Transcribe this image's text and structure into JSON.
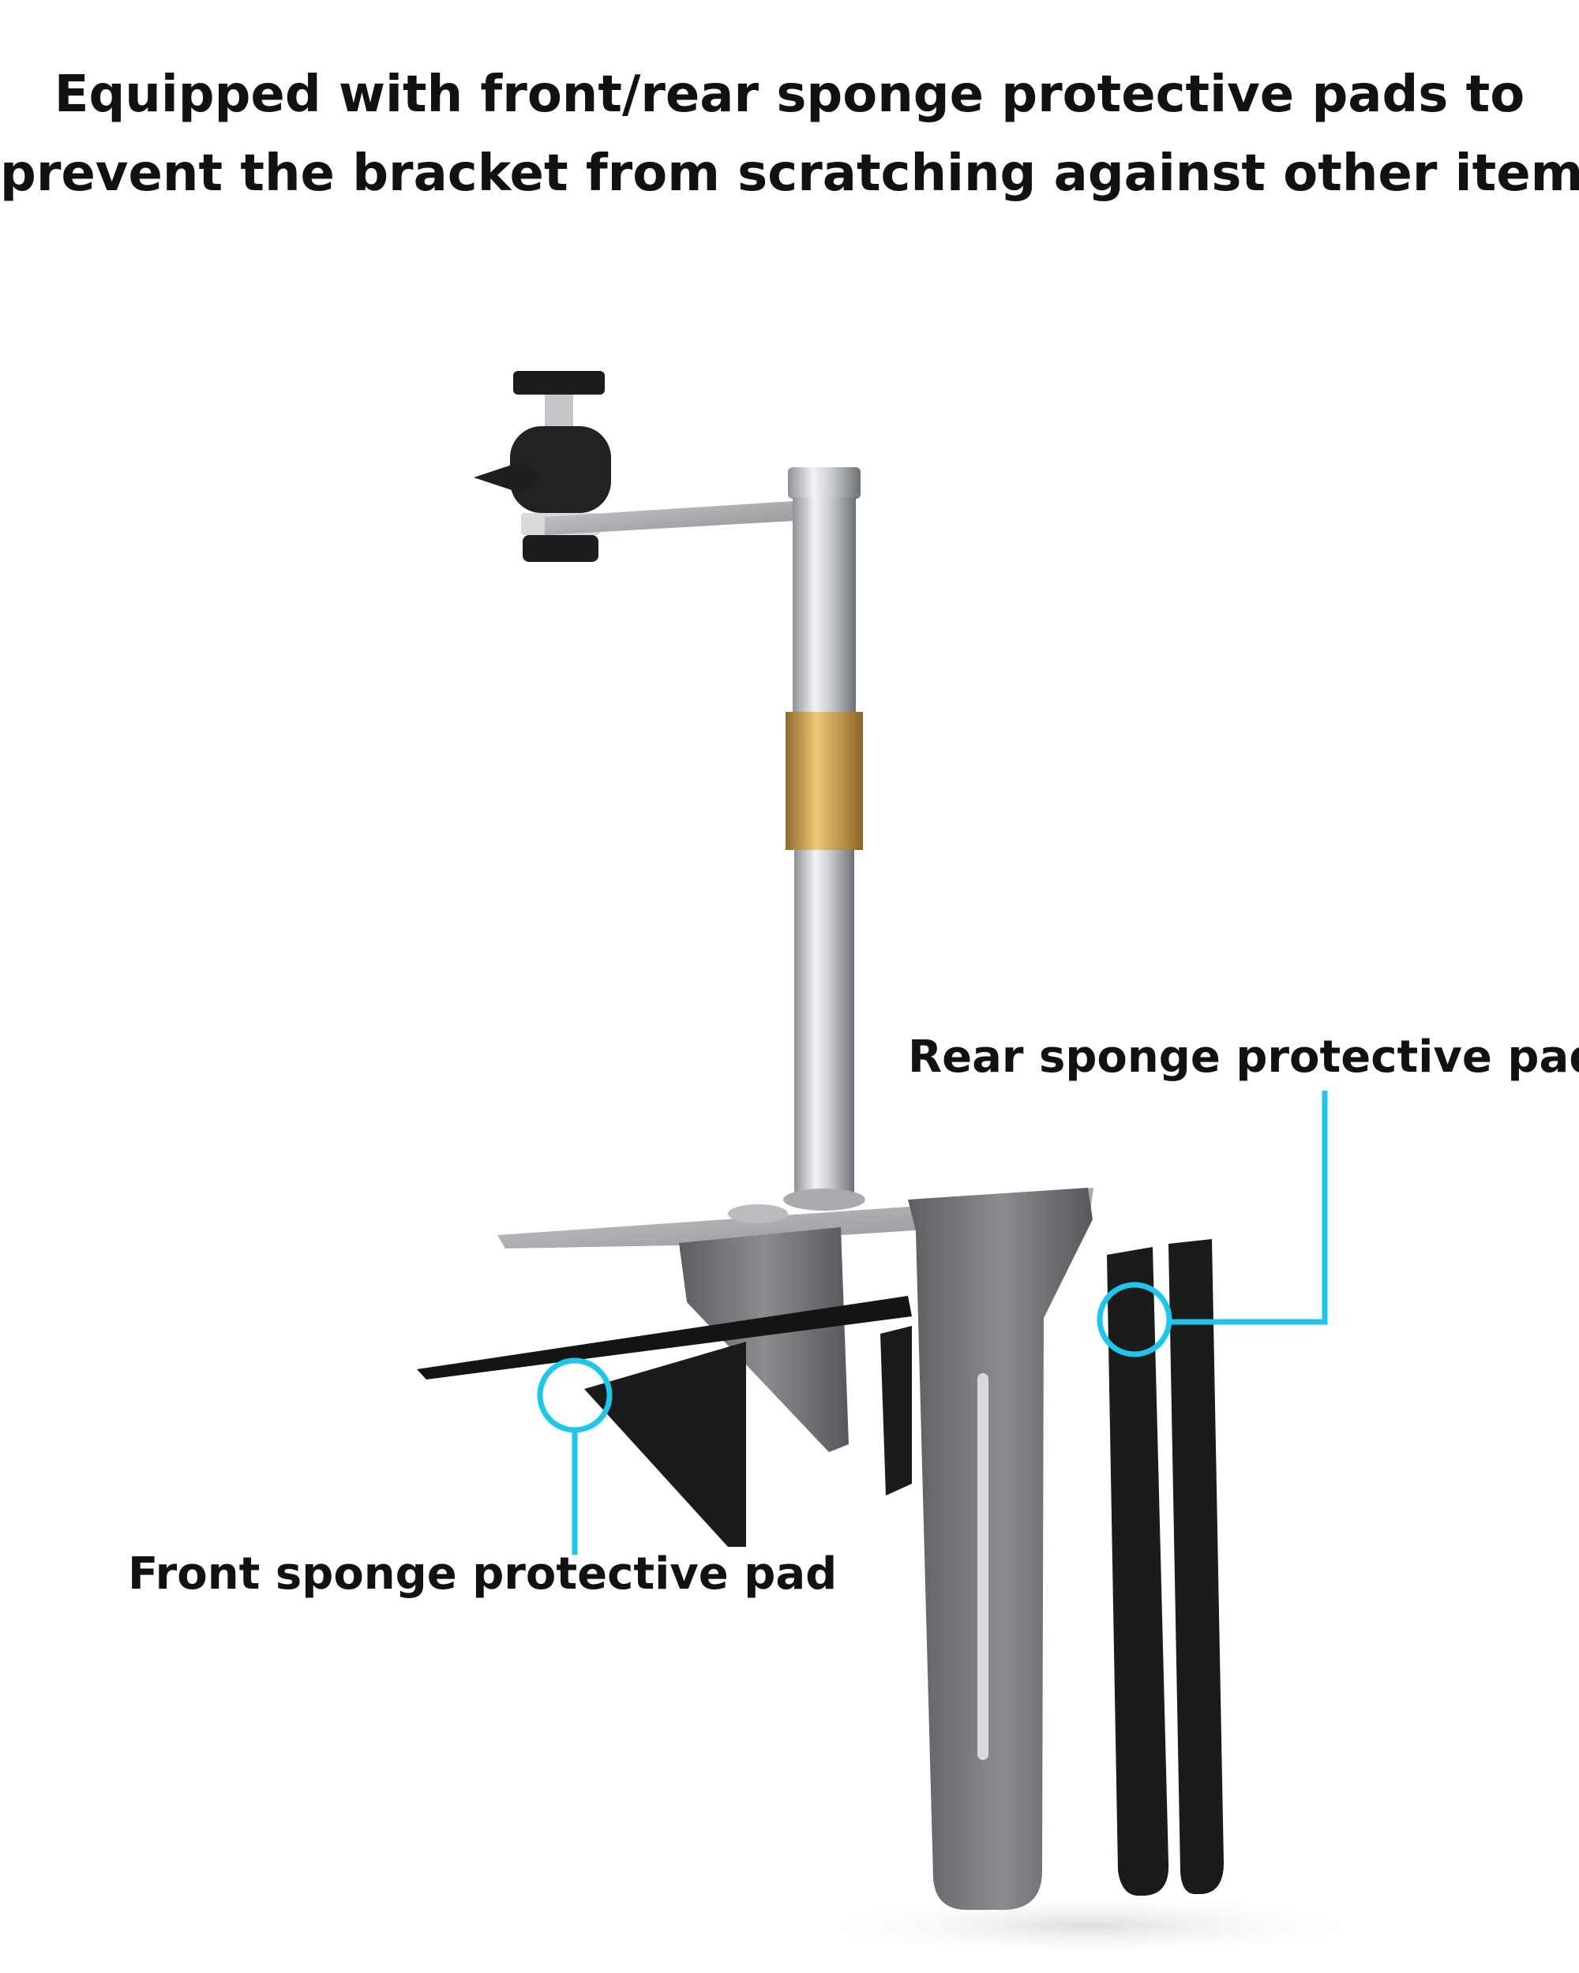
{
  "headline": {
    "line1": "Equipped with front/rear sponge protective pads to",
    "line2": "prevent the bracket from scratching against other items"
  },
  "callouts": {
    "rear": "Rear sponge protective pad",
    "front": "Front sponge protective pad"
  },
  "colors": {
    "callout_line": "#1fc6ea",
    "text": "#111111",
    "metal_gray": "#6f7175",
    "sponge_black": "#1b1b1b",
    "brass_ring": "#c79a4a"
  }
}
